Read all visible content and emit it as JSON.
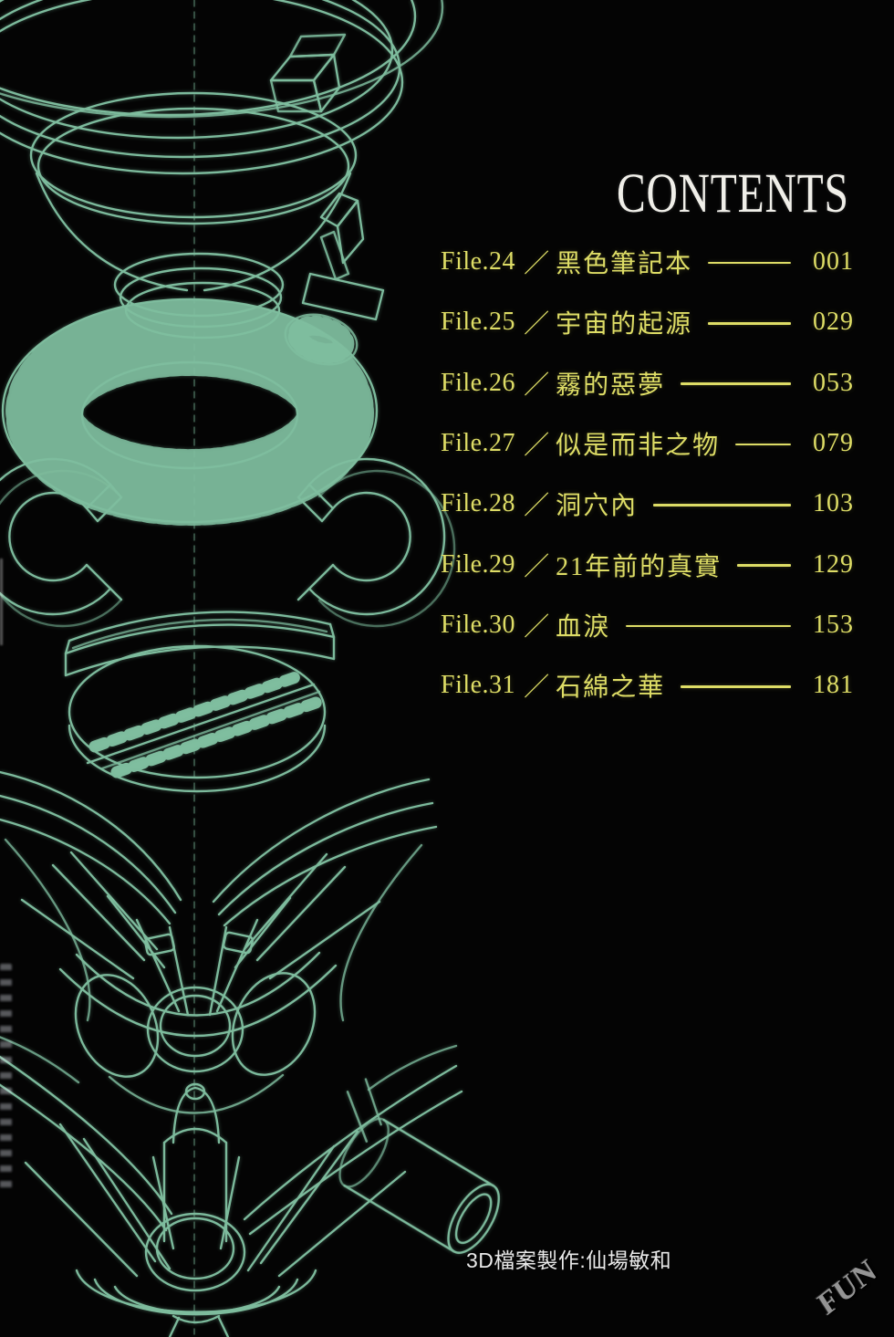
{
  "header": {
    "title": "CONTENTS"
  },
  "toc": {
    "entries": [
      {
        "file": "File.24",
        "sep": "／",
        "title": "黑色筆記本",
        "page": "001"
      },
      {
        "file": "File.25",
        "sep": "／",
        "title": "宇宙的起源",
        "page": "029"
      },
      {
        "file": "File.26",
        "sep": "／",
        "title": "霧的惡夢",
        "page": "053"
      },
      {
        "file": "File.27",
        "sep": "／",
        "title": "似是而非之物",
        "page": "079"
      },
      {
        "file": "File.28",
        "sep": "／",
        "title": "洞穴內",
        "page": "103"
      },
      {
        "file": "File.29",
        "sep": "／",
        "title": "21年前的真實",
        "page": "129"
      },
      {
        "file": "File.30",
        "sep": "／",
        "title": "血淚",
        "page": "153"
      },
      {
        "file": "File.31",
        "sep": "／",
        "title": "石綿之華",
        "page": "181"
      }
    ]
  },
  "footer": {
    "credit": "3D檔案製作:仙場敏和",
    "logo": "FUN"
  },
  "colors": {
    "bg": "#040404",
    "accent-yellow": "#dedd66",
    "wireframe-teal": "#85c6a6",
    "title-white": "#f0efe9",
    "credit-white": "#e9e9e9",
    "logo-gray": "#949494"
  },
  "illustration": {
    "label": "exploded 3D wireframe machine diagram"
  }
}
